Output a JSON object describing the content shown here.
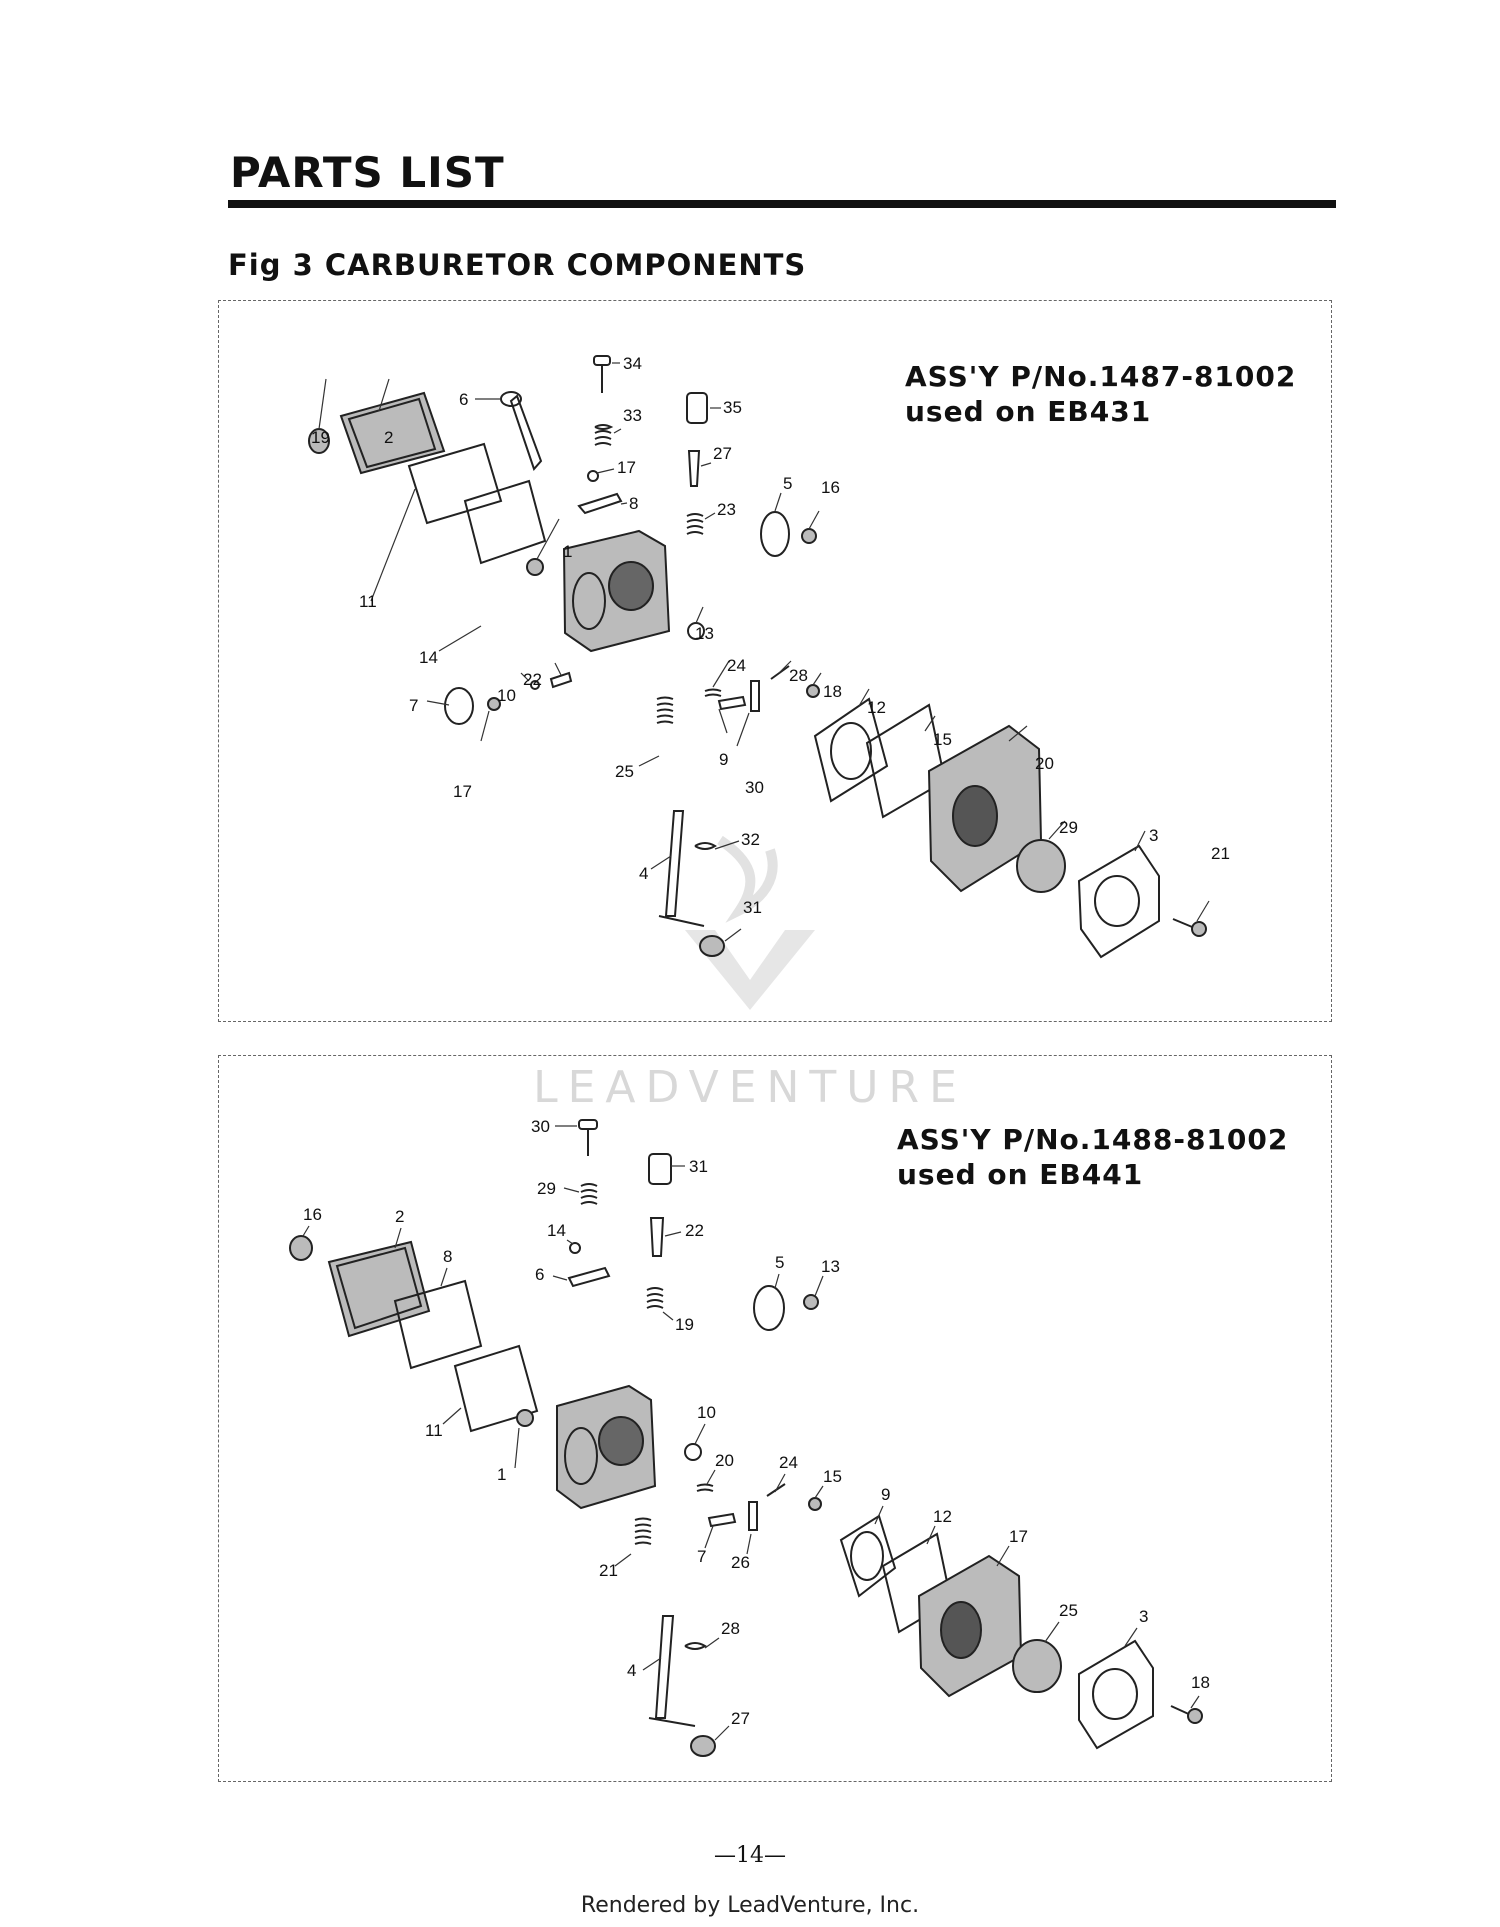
{
  "header": {
    "title": "PARTS LIST",
    "figure_title": "Fig 3 CARBURETOR COMPONENTS"
  },
  "assemblies": [
    {
      "line1": "ASS'Y P/No.1487-81002",
      "line2": "used on EB431",
      "callouts": [
        "34",
        "6",
        "35",
        "33",
        "27",
        "19",
        "2",
        "17",
        "8",
        "5",
        "16",
        "23",
        "1",
        "11",
        "14",
        "13",
        "24",
        "22",
        "28",
        "18",
        "10",
        "12",
        "15",
        "7",
        "17",
        "25",
        "9",
        "30",
        "20",
        "29",
        "3",
        "32",
        "21",
        "4",
        "31"
      ]
    },
    {
      "line1": "ASS'Y P/No.1488-81002",
      "line2": "used on EB441",
      "callouts": [
        "30",
        "31",
        "29",
        "16",
        "2",
        "22",
        "14",
        "8",
        "6",
        "5",
        "13",
        "19",
        "11",
        "1",
        "10",
        "20",
        "24",
        "15",
        "9",
        "12",
        "7",
        "26",
        "21",
        "17",
        "28",
        "25",
        "3",
        "4",
        "18",
        "27"
      ]
    }
  ],
  "watermark": {
    "text": "LEADVENTURE"
  },
  "footer": {
    "page_number": "—14—",
    "render_credit": "Rendered by LeadVenture, Inc."
  }
}
